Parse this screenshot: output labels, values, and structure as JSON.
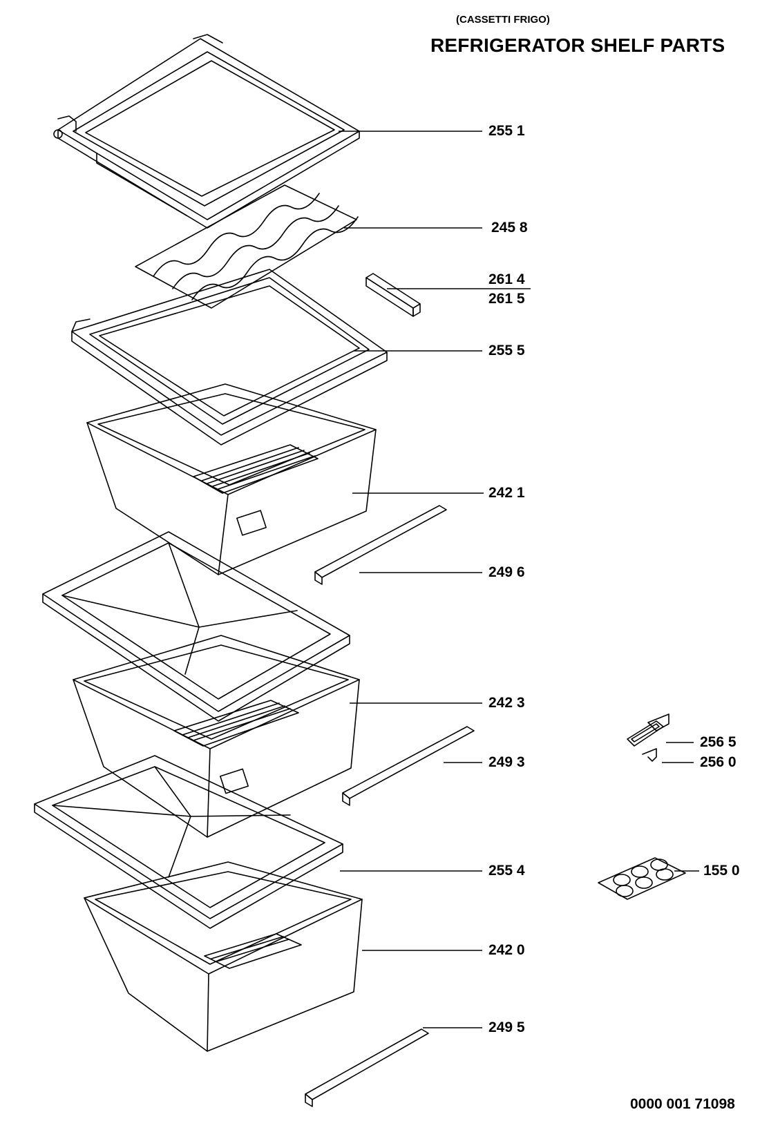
{
  "header": {
    "subtitle": "(CASSETTI FRIGO)",
    "title": "REFRIGERATOR SHELF PARTS"
  },
  "parts": {
    "p2551": "255 1",
    "p2458": "245 8",
    "p2614": "261 4",
    "p2615": "261 5",
    "p2555": "255 5",
    "p2421": "242 1",
    "p2496": "249 6",
    "p2423": "242 3",
    "p2565": "256 5",
    "p2560": "256 0",
    "p2493": "249 3",
    "p2554": "255 4",
    "p1550": "155 0",
    "p2420": "242 0",
    "p2495": "249 5"
  },
  "footer": {
    "doc_number": "0000 001 71098"
  }
}
